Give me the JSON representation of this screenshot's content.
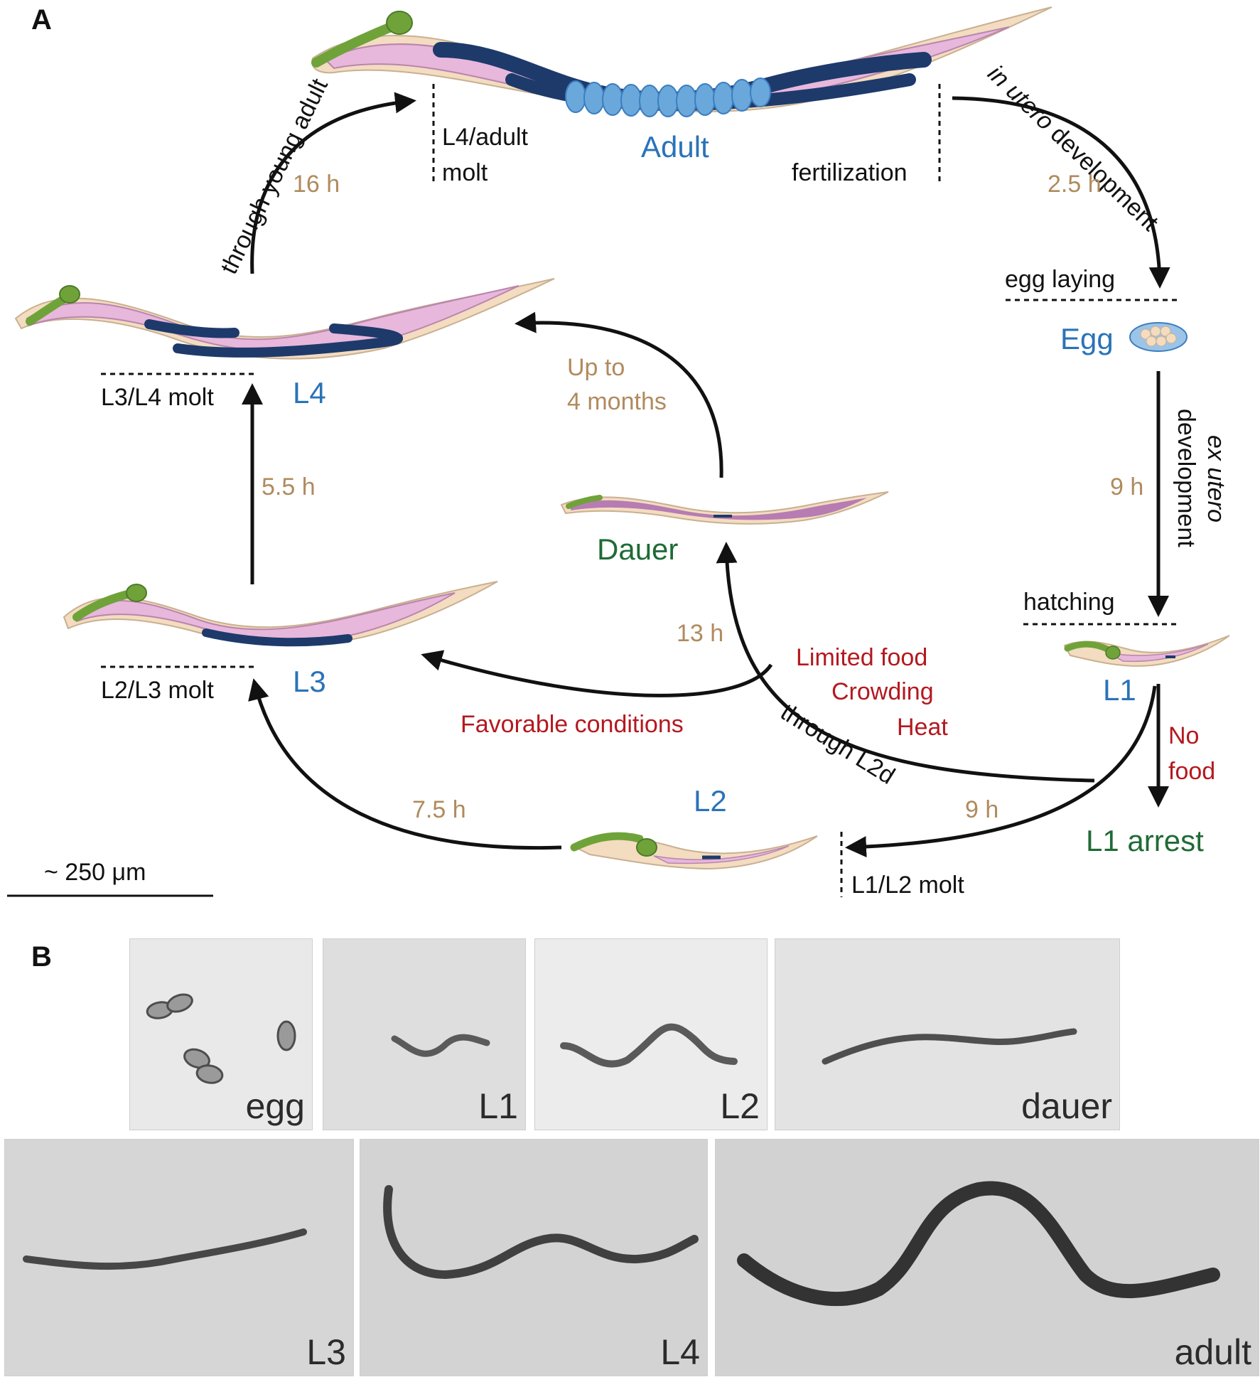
{
  "panelA": {
    "letter": "A",
    "stages": {
      "adult": "Adult",
      "egg": "Egg",
      "l1": "L1",
      "l1_arrest": "L1 arrest",
      "l2": "L2",
      "l3": "L3",
      "l4": "L4",
      "dauer": "Dauer"
    },
    "times": {
      "t16": "16 h",
      "t25": "2.5 h",
      "t9a": "9 h",
      "t55": "5.5 h",
      "t13": "13 h",
      "t75": "7.5 h",
      "t9b": "9 h",
      "months_1": "Up to",
      "months_2": "4 months"
    },
    "events": {
      "l4_adult_molt_1": "L4/adult",
      "l4_adult_molt_2": "molt",
      "fertilization": "fertilization",
      "egg_laying": "egg laying",
      "hatching": "hatching",
      "l3_l4_molt": "L3/L4 molt",
      "l2_l3_molt": "L2/L3 molt",
      "l1_l2_molt": "L1/L2 molt",
      "through_young_adult": "through young adult",
      "in_utero_1": "in utero",
      "in_utero_2": " development",
      "ex_utero_1": "ex utero",
      "ex_utero_2": "development",
      "through_l2d": "through L2d"
    },
    "conditions": {
      "favorable": "Favorable conditions",
      "limited_food": "Limited food",
      "crowding": "Crowding",
      "heat": "Heat",
      "no": "No",
      "food": "food"
    },
    "scale_bar": "~ 250 μm"
  },
  "panelB": {
    "letter": "B",
    "photos": [
      "egg",
      "L1",
      "L2",
      "dauer",
      "L3",
      "L4",
      "adult"
    ]
  },
  "colors": {
    "stage_blue": "#2a73b8",
    "stage_green": "#1f6b36",
    "time_tan": "#b08b5e",
    "condition_red": "#b3191f",
    "worm_pink": "#e8b7dc",
    "worm_navy": "#1d3a6b",
    "pharynx_green": "#6fa33a",
    "cuticle_tan": "#f3dcc0"
  }
}
